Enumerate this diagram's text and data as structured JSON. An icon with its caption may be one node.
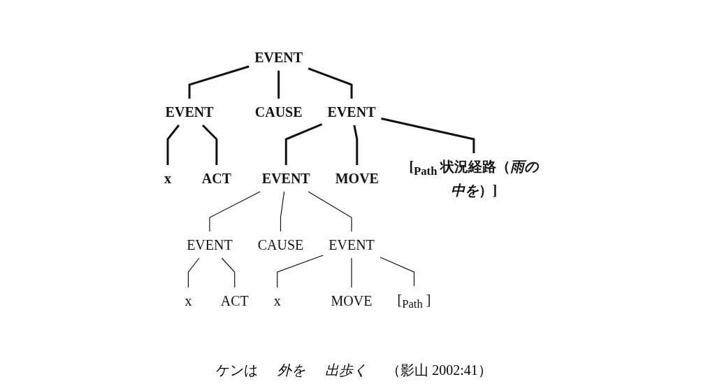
{
  "diagram": {
    "nodes": [
      {
        "text": [
          "EVENT"
        ]
      },
      {
        "text": [
          "EVENT"
        ]
      },
      {
        "text": [
          "CAUSE"
        ]
      },
      {
        "text": [
          "EVENT"
        ]
      },
      {
        "text": [
          "x"
        ]
      },
      {
        "text": [
          "ACT"
        ]
      },
      {
        "text": [
          "EVENT"
        ]
      },
      {
        "text": [
          "MOVE"
        ]
      },
      {
        "text": [
          "[$_{Path}$ 状況経路（*雨の中を*）]"
        ]
      },
      {
        "text": [
          "EVENT"
        ]
      },
      {
        "text": [
          "CAUSE"
        ]
      },
      {
        "text": [
          "EVENT"
        ]
      },
      {
        "text": [
          "x"
        ]
      },
      {
        "text": [
          "ACT"
        ]
      },
      {
        "text": [
          "x"
        ]
      },
      {
        "text": [
          "MOVE"
        ]
      },
      {
        "text": [
          "[$_{Path}$ ]"
        ]
      }
    ],
    "edges": [
      {
        "from": 0,
        "to": 1,
        "arrow": "none",
        "style": "thick"
      },
      {
        "from": 0,
        "to": 2,
        "arrow": "none",
        "style": "thick"
      },
      {
        "from": 0,
        "to": 3,
        "arrow": "none",
        "style": "thick"
      },
      {
        "from": 1,
        "to": 4,
        "arrow": "none",
        "style": "thick"
      },
      {
        "from": 1,
        "to": 5,
        "arrow": "none",
        "style": "thick"
      },
      {
        "from": 3,
        "to": 6,
        "arrow": "none",
        "style": "thick"
      },
      {
        "from": 3,
        "to": 7,
        "arrow": "none",
        "style": "thick"
      },
      {
        "from": 3,
        "to": 8,
        "arrow": "none",
        "style": "thick"
      },
      {
        "from": 6,
        "to": 9,
        "arrow": "none"
      },
      {
        "from": 6,
        "to": 10,
        "arrow": "none"
      },
      {
        "from": 6,
        "to": 11,
        "arrow": "none"
      },
      {
        "from": 9,
        "to": 12,
        "arrow": "none"
      },
      {
        "from": 9,
        "to": 13,
        "arrow": "none"
      },
      {
        "from": 11,
        "to": 14,
        "arrow": "none"
      },
      {
        "from": 11,
        "to": 15,
        "arrow": "none"
      },
      {
        "from": 11,
        "to": 16,
        "arrow": "none"
      }
    ],
    "labels": [
      "ケンは",
      "外を",
      "出歩く",
      "（影山 2002:41）"
    ]
  }
}
